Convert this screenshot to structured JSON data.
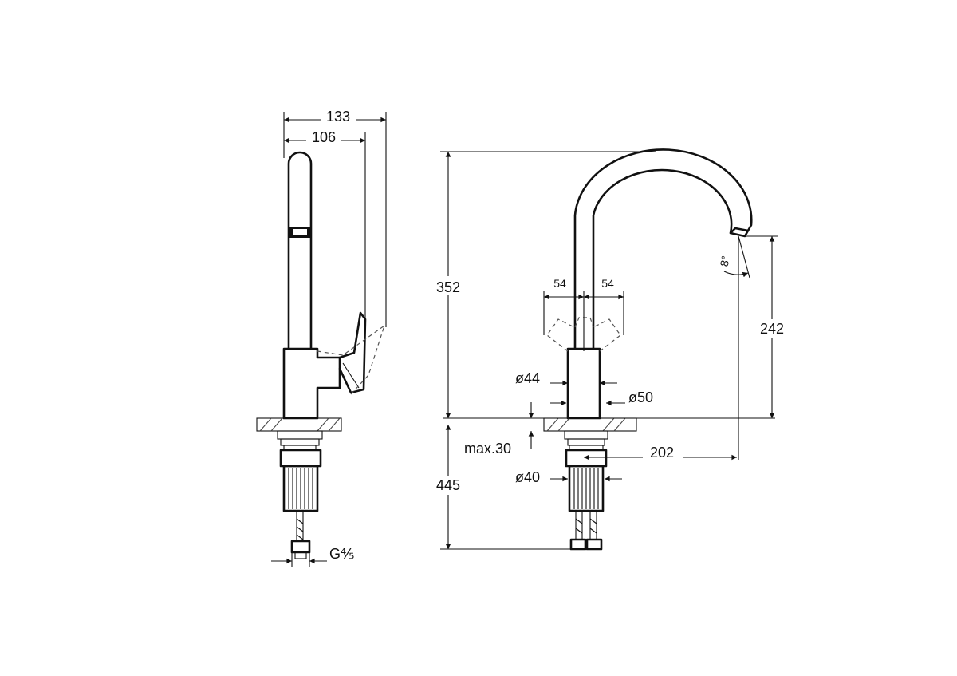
{
  "dimensions": {
    "width_total": "133",
    "width_handle": "106",
    "height_total": "352",
    "height_spout": "242",
    "below_deck": "445",
    "handle_left": "54",
    "handle_right": "54",
    "dia_body": "ø44",
    "dia_base": "ø50",
    "dia_shank": "ø40",
    "max_deck": "max.30",
    "reach": "202",
    "angle": "8°",
    "connection": "G⅘"
  }
}
